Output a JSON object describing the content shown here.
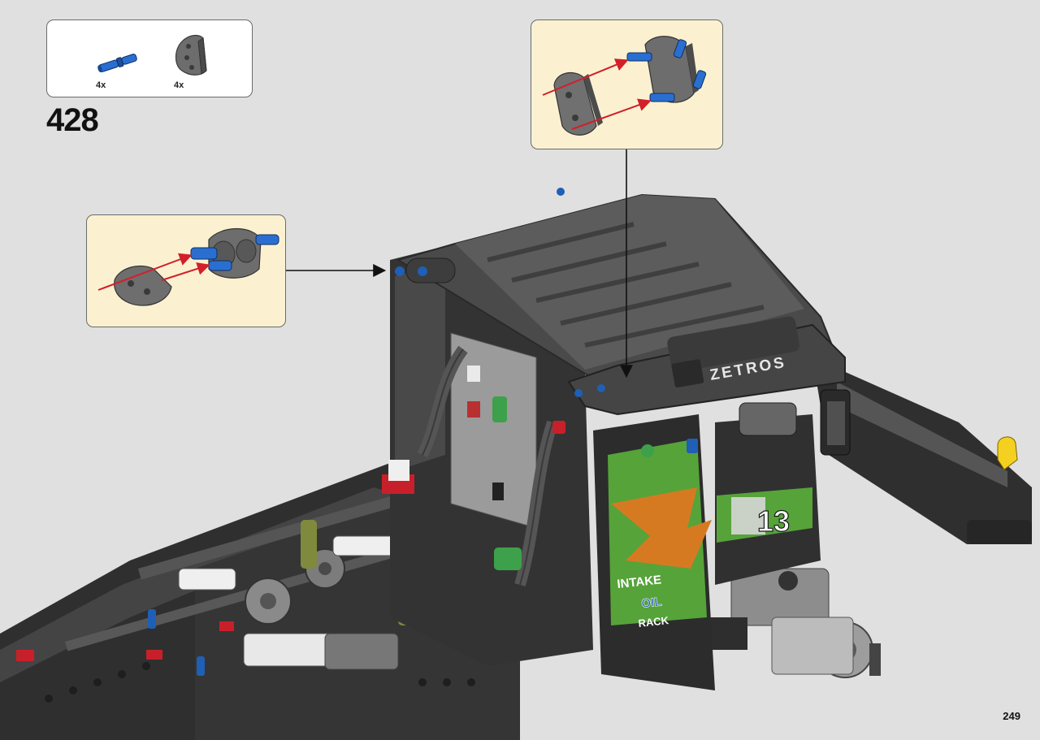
{
  "parts_list": {
    "items": [
      {
        "name": "blue-pin-icon",
        "qty": "4x",
        "color": "#1f5fb5"
      },
      {
        "name": "grey-curved-beam-icon",
        "qty": "4x",
        "color": "#6e6e6e"
      }
    ]
  },
  "step": {
    "number": "428"
  },
  "model": {
    "brand_text": "ZETROS",
    "race_number": "13",
    "decal_texts": [
      "INTAKE",
      "OIL",
      "RACK"
    ],
    "body_color": "#3c3c3c",
    "accent_green": "#5ea63a",
    "accent_orange": "#d67a22"
  },
  "page": {
    "number": "249"
  },
  "colors": {
    "background": "#e0e0e0",
    "callout_fill": "#fbf1d0",
    "arrow_red": "#d21f2a",
    "pin_blue": "#1f5fb5",
    "beam_grey": "#6e6e6e"
  }
}
